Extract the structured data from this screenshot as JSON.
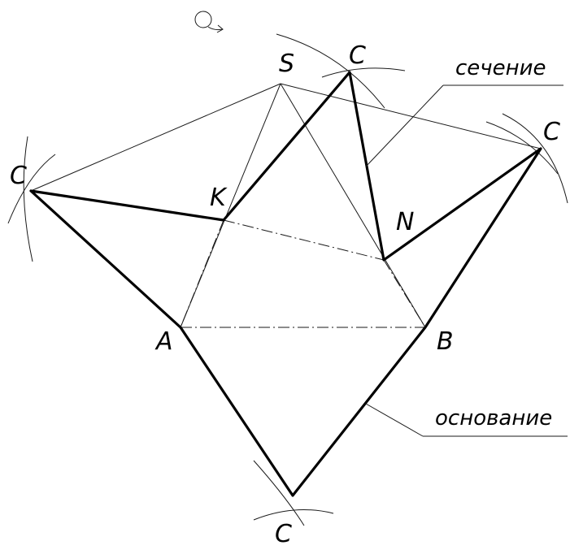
{
  "symbol": "rotation-arrow-icon",
  "points": {
    "S": "S",
    "K": "K",
    "N": "N",
    "A": "A",
    "B": "B",
    "C_top": "C",
    "C_left": "C",
    "C_right": "C",
    "C_bottom": "C"
  },
  "callouts": {
    "section": "сечение",
    "base": "основание"
  }
}
